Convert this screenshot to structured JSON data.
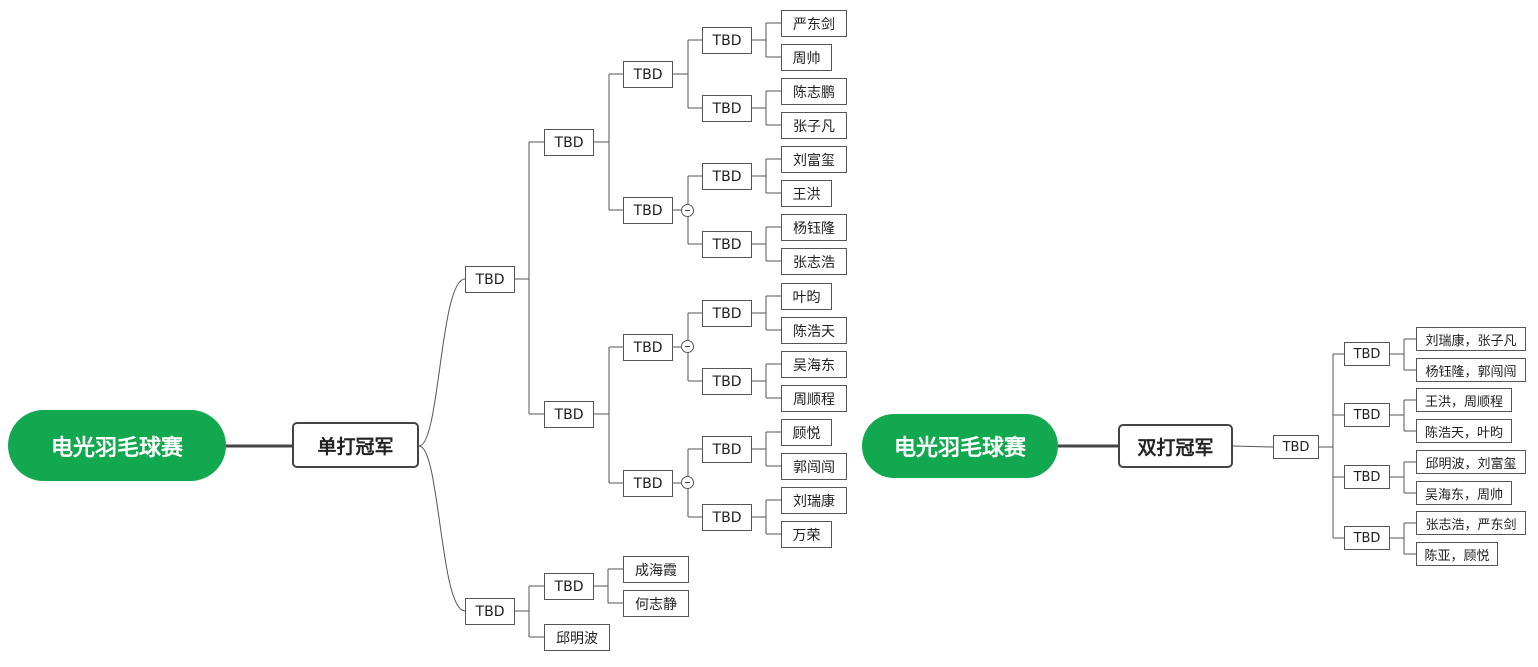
{
  "colors": {
    "root_fill": "#12a84f",
    "line": "#555555",
    "main_line": "#444444"
  },
  "left": {
    "root": "电光羽毛球赛",
    "main": "单打冠军",
    "tbd": "TBD",
    "players": [
      "严东剑",
      "周帅",
      "陈志鹏",
      "张子凡",
      "刘富玺",
      "王洪",
      "杨钰隆",
      "张志浩",
      "叶昀",
      "陈浩天",
      "吴海东",
      "周顺程",
      "顾悦",
      "郭闯闯",
      "刘瑞康",
      "万荣",
      "成海霞",
      "何志静",
      "邱明波"
    ]
  },
  "right": {
    "root": "电光羽毛球赛",
    "main": "双打冠军",
    "tbd": "TBD",
    "pairs": [
      "刘瑞康，张子凡",
      "杨钰隆，郭闯闯",
      "王洪，周顺程",
      "陈浩天，叶昀",
      "邱明波，刘富玺",
      "吴海东，周帅",
      "张志浩，严东剑",
      "陈亚，顾悦"
    ]
  }
}
